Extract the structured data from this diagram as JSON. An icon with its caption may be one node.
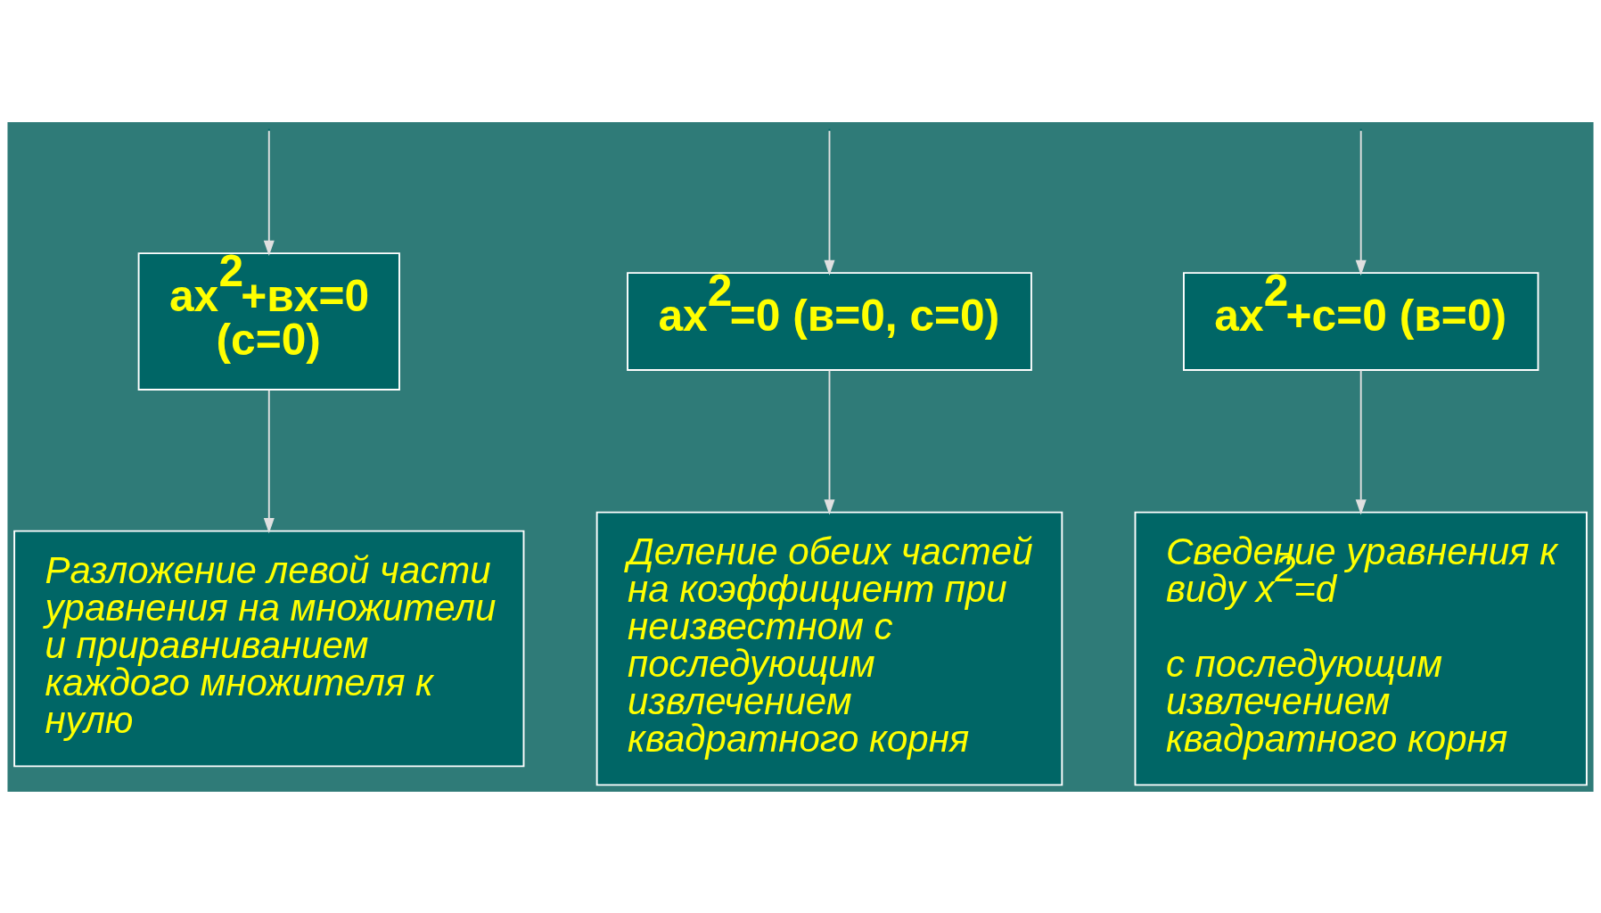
{
  "diagram": {
    "nodes": [
      {
        "text": [
          "ax$^{2}$+вx=0 (c=0)"
        ]
      },
      {
        "text": [
          "ax$^{2}$=0 (в=0, c=0)"
        ]
      },
      {
        "text": [
          "ax$^{2}$+c=0 (в=0)"
        ]
      },
      {
        "text": [
          "Разложение левой части уравнения на множители и приравниванием каждого множителя к нулю"
        ]
      },
      {
        "text": [
          "Деление обеих частей на коэффициент при неизвестном с последующим извлечением квадратного корня"
        ]
      },
      {
        "text": [
          "Сведение уравнения к виду x$^{2}$=d",
          "с последующим извлечением квадратного корня"
        ]
      }
    ],
    "edges": [
      {
        "from": null,
        "to": 0,
        "arrow": "to"
      },
      {
        "from": null,
        "to": 1,
        "arrow": "to"
      },
      {
        "from": null,
        "to": 2,
        "arrow": "to"
      },
      {
        "from": 0,
        "to": 3,
        "arrow": "to"
      },
      {
        "from": 1,
        "to": 4,
        "arrow": "to"
      },
      {
        "from": 2,
        "to": 5,
        "arrow": "to"
      }
    ]
  }
}
